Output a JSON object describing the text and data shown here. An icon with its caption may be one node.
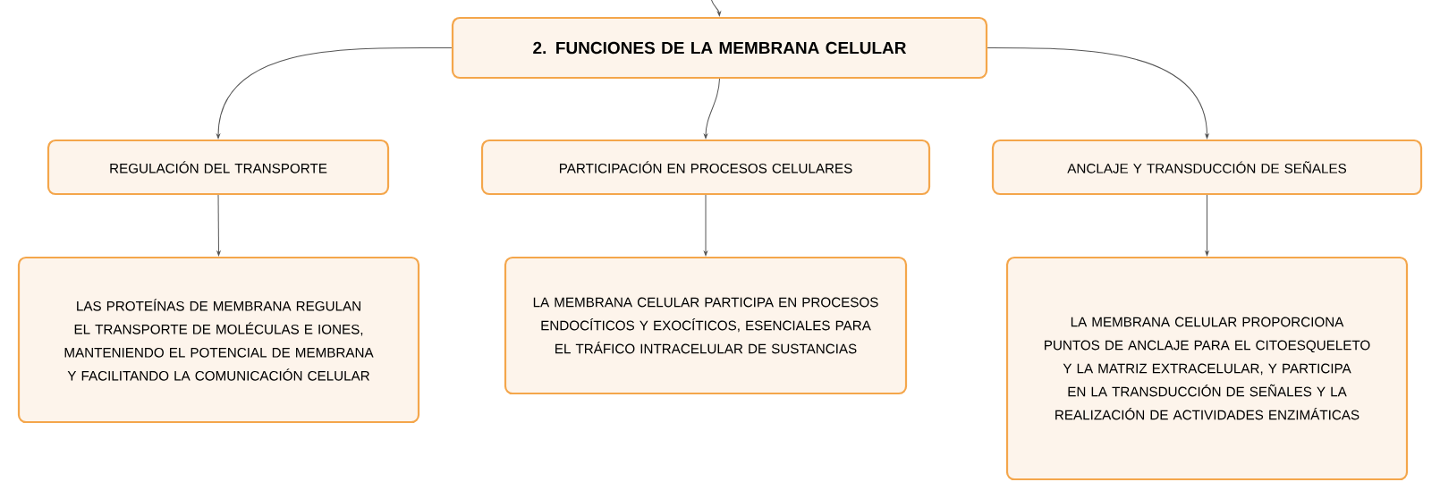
{
  "diagram": {
    "nodes": [
      {
        "text": [
          "2. FUNCIONES DE LA MEMBRANA CELULAR"
        ]
      },
      {
        "text": [
          "REGULACIÓN DEL TRANSPORTE"
        ]
      },
      {
        "text": [
          "PARTICIPACIÓN EN PROCESOS CELULARES"
        ]
      },
      {
        "text": [
          "ANCLAJE Y TRANSDUCCIÓN DE SEÑALES"
        ]
      },
      {
        "text": [
          "LAS PROTEÍNAS DE MEMBRANA REGULAN EL TRANSPORTE DE MOLÉCULAS E IONES, MANTENIENDO EL POTENCIAL DE MEMBRANA Y FACILITANDO LA COMUNICACIÓN CELULAR"
        ]
      },
      {
        "text": [
          "LA MEMBRANA CELULAR PARTICIPA EN PROCESOS ENDOCÍTICOS Y EXOCÍTICOS, ESENCIALES PARA EL TRÁFICO INTRACELULAR DE SUSTANCIAS"
        ]
      },
      {
        "text": [
          "LA MEMBRANA CELULAR PROPORCIONA PUNTOS DE ANCLAJE PARA EL CITOESQUELETO Y LA MATRIZ EXTRACELULAR, Y PARTICIPA EN LA TRANSDUCCIÓN DE SEÑALES Y LA REALIZACIÓN DE ACTIVIDADES ENZIMÁTICAS"
        ]
      }
    ],
    "edges": [
      {
        "from": null,
        "to": 0,
        "arrow": "to"
      },
      {
        "from": 0,
        "to": 1,
        "arrow": "to"
      },
      {
        "from": 0,
        "to": 2,
        "arrow": "to"
      },
      {
        "from": 0,
        "to": 3,
        "arrow": "to"
      },
      {
        "from": 1,
        "to": 4,
        "arrow": "to"
      },
      {
        "from": 2,
        "to": 5,
        "arrow": "to"
      },
      {
        "from": 3,
        "to": 6,
        "arrow": "to"
      }
    ]
  }
}
